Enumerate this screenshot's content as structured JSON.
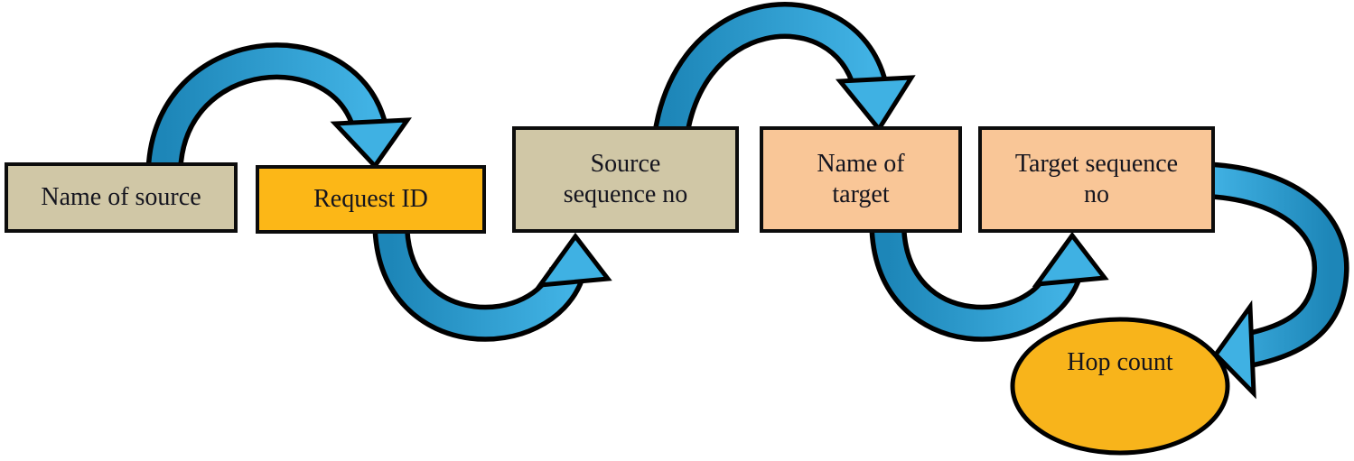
{
  "diagram": {
    "description": "Message format flow diagram",
    "nodes": [
      {
        "id": "name-of-source",
        "label": "Name of source",
        "shape": "rectangle",
        "fill": "#d0c7a6"
      },
      {
        "id": "request-id",
        "label": "Request ID",
        "shape": "rectangle",
        "fill": "#fcb717"
      },
      {
        "id": "source-sequence-no",
        "label": "Source\nsequence no",
        "shape": "rectangle",
        "fill": "#d0c7a6"
      },
      {
        "id": "name-of-target",
        "label": "Name of\ntarget",
        "shape": "rectangle",
        "fill": "#f9c697"
      },
      {
        "id": "target-sequence-no",
        "label": "Target sequence\nno",
        "shape": "rectangle",
        "fill": "#f9c697"
      },
      {
        "id": "hop-count",
        "label": "Hop count",
        "shape": "ellipse",
        "fill": "#f8b41b"
      }
    ],
    "connections": [
      {
        "from": "name-of-source",
        "to": "request-id",
        "style": "arc-over-top"
      },
      {
        "from": "request-id",
        "to": "source-sequence-no",
        "style": "arc-under-bottom"
      },
      {
        "from": "source-sequence-no",
        "to": "name-of-target",
        "style": "arc-over-top"
      },
      {
        "from": "name-of-target",
        "to": "target-sequence-no",
        "style": "arc-under-bottom"
      },
      {
        "from": "target-sequence-no",
        "to": "hop-count",
        "style": "arc-right-side"
      }
    ],
    "colors": {
      "box_tan": "#d0c7a6",
      "box_amber": "#fcb717",
      "box_peach": "#f9c697",
      "ellipse_amber": "#f8b41b",
      "arrow_blue_dark": "#1d86b8",
      "arrow_blue_light": "#41b2e4",
      "outline_black": "#000000",
      "background": "#ffffff"
    }
  }
}
